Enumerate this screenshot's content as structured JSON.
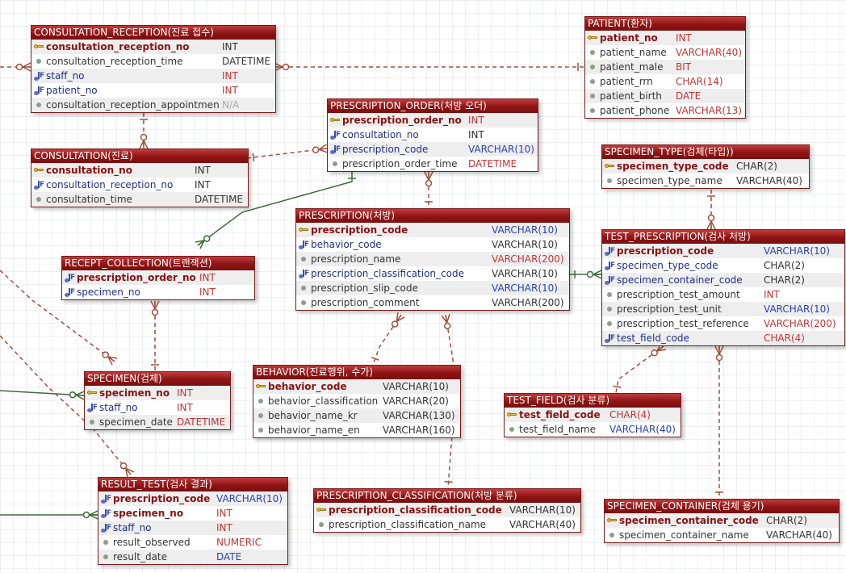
{
  "entities": [
    {
      "id": "consultation_reception",
      "title": "CONSULTATION_RECEPTION(진료 접수)",
      "fields": [
        {
          "name": "consultation_reception_no",
          "type": "INT",
          "key": "pk",
          "type_color": "black"
        },
        {
          "name": "consultation_reception_time",
          "type": "DATETIME",
          "key": "",
          "type_color": "black"
        },
        {
          "name": "staff_no",
          "type": "INT",
          "key": "fk",
          "type_color": "red"
        },
        {
          "name": "patient_no",
          "type": "INT",
          "key": "fk",
          "type_color": "red"
        },
        {
          "name": "consultation_reception_appointment",
          "type": "N/A",
          "key": "",
          "type_color": "gray"
        }
      ]
    },
    {
      "id": "patient",
      "title": "PATIENT(환자)",
      "fields": [
        {
          "name": "patient_no",
          "type": "INT",
          "key": "pk",
          "type_color": "red"
        },
        {
          "name": "patient_name",
          "type": "VARCHAR(40)",
          "key": "",
          "type_color": "red"
        },
        {
          "name": "patient_male",
          "type": "BIT",
          "key": "",
          "type_color": "red"
        },
        {
          "name": "patient_rrn",
          "type": "CHAR(14)",
          "key": "",
          "type_color": "red"
        },
        {
          "name": "patient_birth",
          "type": "DATE",
          "key": "",
          "type_color": "red"
        },
        {
          "name": "patient_phone",
          "type": "VARCHAR(13)",
          "key": "",
          "type_color": "red"
        }
      ]
    },
    {
      "id": "prescription_order",
      "title": "PRESCRIPTION_ORDER(처방 오더)",
      "fields": [
        {
          "name": "prescription_order_no",
          "type": "INT",
          "key": "pk",
          "type_color": "red"
        },
        {
          "name": "consultation_no",
          "type": "INT",
          "key": "fk",
          "type_color": "black"
        },
        {
          "name": "prescription_code",
          "type": "VARCHAR(10)",
          "key": "fk",
          "type_color": "blue"
        },
        {
          "name": "prescription_order_time",
          "type": "DATETIME",
          "key": "",
          "type_color": "red"
        }
      ]
    },
    {
      "id": "consultation",
      "title": "CONSULTATION(진료)",
      "fields": [
        {
          "name": "consultation_no",
          "type": "INT",
          "key": "pk",
          "type_color": "black"
        },
        {
          "name": "consultation_reception_no",
          "type": "INT",
          "key": "fk",
          "type_color": "black"
        },
        {
          "name": "consultation_time",
          "type": "DATETIME",
          "key": "",
          "type_color": "black"
        }
      ]
    },
    {
      "id": "specimen_type",
      "title": "SPECIMEN_TYPE(검체(타입))",
      "fields": [
        {
          "name": "specimen_type_code",
          "type": "CHAR(2)",
          "key": "pk",
          "type_color": "black"
        },
        {
          "name": "specimen_type_name",
          "type": "VARCHAR(40)",
          "key": "",
          "type_color": "black"
        }
      ]
    },
    {
      "id": "prescription",
      "title": "PRESCRIPTION(처방)",
      "fields": [
        {
          "name": "prescription_code",
          "type": "VARCHAR(10)",
          "key": "pk",
          "type_color": "blue"
        },
        {
          "name": "behavior_code",
          "type": "VARCHAR(10)",
          "key": "fk",
          "type_color": "black"
        },
        {
          "name": "prescription_name",
          "type": "VARCHAR(200)",
          "key": "",
          "type_color": "red"
        },
        {
          "name": "prescription_classification_code",
          "type": "VARCHAR(10)",
          "key": "fk",
          "type_color": "black"
        },
        {
          "name": "prescription_slip_code",
          "type": "VARCHAR(10)",
          "key": "",
          "type_color": "blue"
        },
        {
          "name": "prescription_comment",
          "type": "VARCHAR(200)",
          "key": "",
          "type_color": "black"
        }
      ]
    },
    {
      "id": "test_prescription",
      "title": "TEST_PRESCRIPTION(검사 처방)",
      "fields": [
        {
          "name": "prescription_code",
          "type": "VARCHAR(10)",
          "key": "pkfk",
          "type_color": "blue"
        },
        {
          "name": "specimen_type_code",
          "type": "CHAR(2)",
          "key": "fk",
          "type_color": "black"
        },
        {
          "name": "specimen_container_code",
          "type": "CHAR(2)",
          "key": "fk",
          "type_color": "black"
        },
        {
          "name": "prescription_test_amount",
          "type": "INT",
          "key": "",
          "type_color": "red"
        },
        {
          "name": "prescription_test_unit",
          "type": "VARCHAR(10)",
          "key": "",
          "type_color": "blue"
        },
        {
          "name": "prescription_test_reference",
          "type": "VARCHAR(200)",
          "key": "",
          "type_color": "red"
        },
        {
          "name": "test_field_code",
          "type": "CHAR(4)",
          "key": "fk",
          "type_color": "red"
        }
      ]
    },
    {
      "id": "recept_collection",
      "title": "RECEPT_COLLECTION(트랜잭션)",
      "fields": [
        {
          "name": "prescription_order_no",
          "type": "INT",
          "key": "pkfk",
          "type_color": "red"
        },
        {
          "name": "specimen_no",
          "type": "INT",
          "key": "fk",
          "type_color": "red"
        }
      ]
    },
    {
      "id": "specimen",
      "title": "SPECIMEN(검체)",
      "fields": [
        {
          "name": "specimen_no",
          "type": "INT",
          "key": "pk",
          "type_color": "red"
        },
        {
          "name": "staff_no",
          "type": "INT",
          "key": "fk",
          "type_color": "red"
        },
        {
          "name": "specimen_date",
          "type": "DATETIME",
          "key": "",
          "type_color": "red"
        }
      ]
    },
    {
      "id": "behavior",
      "title": "BEHAVIOR(진료행위, 수가)",
      "fields": [
        {
          "name": "behavior_code",
          "type": "VARCHAR(10)",
          "key": "pk",
          "type_color": "black"
        },
        {
          "name": "behavior_classification",
          "type": "VARCHAR(20)",
          "key": "",
          "type_color": "black"
        },
        {
          "name": "behavior_name_kr",
          "type": "VARCHAR(130)",
          "key": "",
          "type_color": "black"
        },
        {
          "name": "behavior_name_en",
          "type": "VARCHAR(160)",
          "key": "",
          "type_color": "black"
        }
      ]
    },
    {
      "id": "test_field",
      "title": "TEST_FIELD(검사 분류)",
      "fields": [
        {
          "name": "test_field_code",
          "type": "CHAR(4)",
          "key": "pk",
          "type_color": "red"
        },
        {
          "name": "test_field_name",
          "type": "VARCHAR(40)",
          "key": "",
          "type_color": "blue"
        }
      ]
    },
    {
      "id": "result_test",
      "title": "RESULT_TEST(검사 결과)",
      "fields": [
        {
          "name": "prescription_code",
          "type": "VARCHAR(10)",
          "key": "pkfk",
          "type_color": "blue"
        },
        {
          "name": "specimen_no",
          "type": "INT",
          "key": "pkfk",
          "type_color": "red"
        },
        {
          "name": "staff_no",
          "type": "INT",
          "key": "fk",
          "type_color": "red"
        },
        {
          "name": "result_observed",
          "type": "NUMERIC",
          "key": "",
          "type_color": "red"
        },
        {
          "name": "result_date",
          "type": "DATE",
          "key": "",
          "type_color": "blue"
        }
      ]
    },
    {
      "id": "prescription_classification",
      "title": "PRESCRIPTION_CLASSIFICATION(처방 분류)",
      "fields": [
        {
          "name": "prescription_classification_code",
          "type": "VARCHAR(10)",
          "key": "pk",
          "type_color": "black"
        },
        {
          "name": "prescription_classification_name",
          "type": "VARCHAR(40)",
          "key": "",
          "type_color": "black"
        }
      ]
    },
    {
      "id": "specimen_container",
      "title": "SPECIMEN_CONTAINER(검체 용기)",
      "fields": [
        {
          "name": "specimen_container_code",
          "type": "CHAR(2)",
          "key": "pk",
          "type_color": "black"
        },
        {
          "name": "specimen_container_name",
          "type": "VARCHAR(40)",
          "key": "",
          "type_color": "black"
        }
      ]
    }
  ],
  "colors": {
    "entity_header": "#8e1414",
    "entity_border": "#7a1a1a",
    "relation_dashed": "#a0503c",
    "relation_solid": "#3f6a3a"
  }
}
